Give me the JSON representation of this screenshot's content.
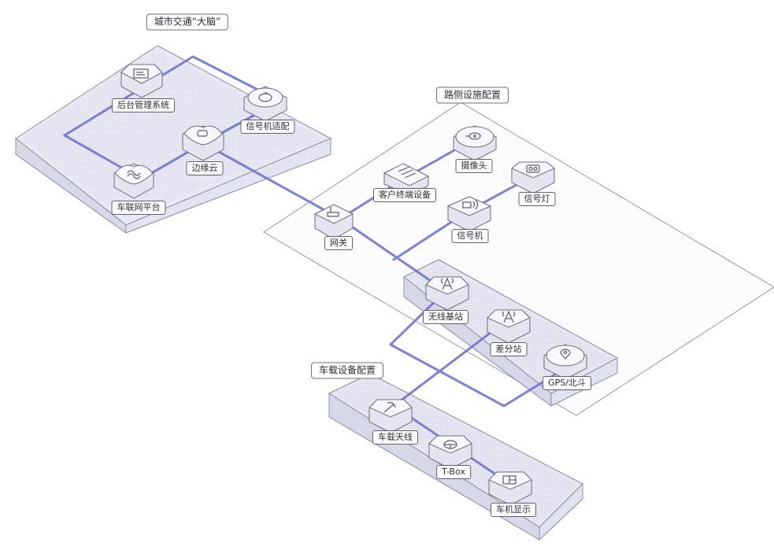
{
  "colors": {
    "link": "#6f74d3",
    "zone_fill": "#e6e7f2",
    "zone_stroke": "#8e90a4",
    "label_border": "#5d6070"
  },
  "zones": {
    "city_brain": "城市交通“大脑”",
    "roadside": "路侧设施配置",
    "vehicle": "车载设备配置"
  },
  "nodes": {
    "backend": {
      "label": "后台管理系统",
      "icon": "server-dashboard-icon"
    },
    "signal_adapter": {
      "label": "信号机适配",
      "icon": "refresh-cycle-icon"
    },
    "edge_cloud": {
      "label": "边缘云",
      "icon": "cloud-icon"
    },
    "v2x_platform": {
      "label": "车联网平台",
      "icon": "cloud-link-icon"
    },
    "camera": {
      "label": "摄像头",
      "icon": "camera-icon"
    },
    "client_terminal": {
      "label": "客户终端设备",
      "icon": "terminal-device-icon"
    },
    "traffic_light": {
      "label": "信号灯",
      "icon": "traffic-light-icon"
    },
    "signal_machine": {
      "label": "信号机",
      "icon": "signal-controller-icon"
    },
    "gateway": {
      "label": "网关",
      "icon": "router-icon"
    },
    "wireless_base": {
      "label": "无线基站",
      "icon": "antenna-tower-icon"
    },
    "diff_station": {
      "label": "差分站",
      "icon": "antenna-tower-icon"
    },
    "gps": {
      "label": "GPS/北斗",
      "icon": "location-pin-icon"
    },
    "vehicle_antenna": {
      "label": "车载天线",
      "icon": "antenna-icon"
    },
    "tbox": {
      "label": "T-Box",
      "icon": "steering-wheel-icon"
    },
    "car_display": {
      "label": "车机显示",
      "icon": "display-icon"
    }
  }
}
